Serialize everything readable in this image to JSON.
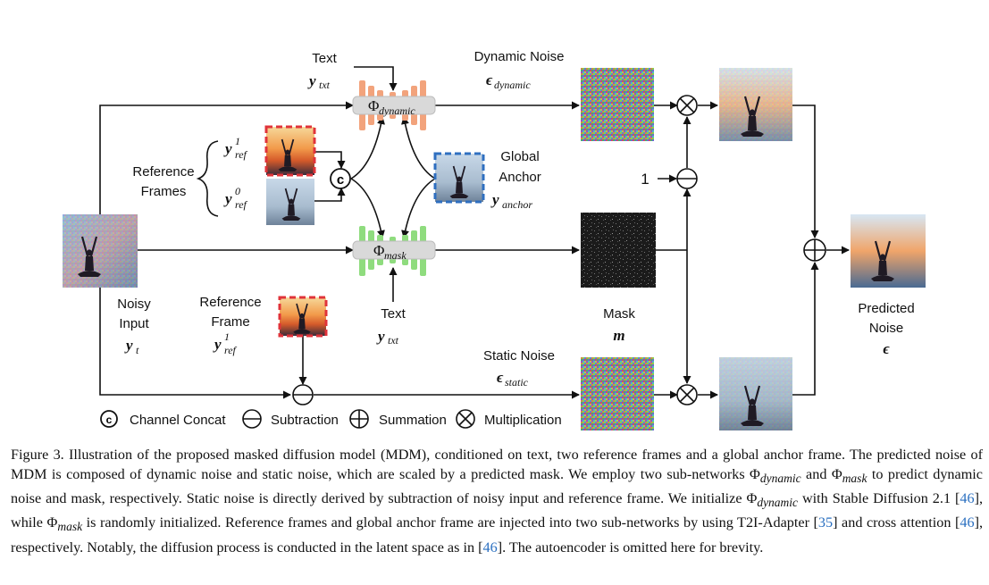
{
  "figure": {
    "text_top": "Text",
    "y_txt_top": "y",
    "y_txt_top_sub": "txt",
    "dynamic_noise_label": "Dynamic Noise",
    "eps_dynamic": "ϵ",
    "eps_dynamic_sub": "dynamic",
    "phi_dynamic": "Φ",
    "phi_dynamic_sub": "dynamic",
    "phi_mask": "Φ",
    "phi_mask_sub": "mask",
    "reference_frames_line1": "Reference",
    "reference_frames_line2": "Frames",
    "y_ref1": "y",
    "y_ref1_sup": "1",
    "y_ref1_sub": "ref",
    "y_ref0": "y",
    "y_ref0_sup": "0",
    "y_ref0_sub": "ref",
    "concat_symbol": "c",
    "global_anchor_line1": "Global",
    "global_anchor_line2": "Anchor",
    "y_anchor": "y",
    "y_anchor_sub": "anchor",
    "one_label": "1",
    "noisy_input_line1": "Noisy",
    "noisy_input_line2": "Input",
    "y_t": "y",
    "y_t_sub": "t",
    "reference_frame_line1": "Reference",
    "reference_frame_line2": "Frame",
    "y_ref_bottom": "y",
    "y_ref_bottom_sup": "1",
    "y_ref_bottom_sub": "ref",
    "text_bottom": "Text",
    "y_txt_bottom": "y",
    "y_txt_bottom_sub": "txt",
    "mask_label": "Mask",
    "m_symbol": "m",
    "static_noise_label": "Static Noise",
    "eps_static": "ϵ",
    "eps_static_sub": "static",
    "predicted_noise_line1": "Predicted",
    "predicted_noise_line2": "Noise",
    "eps_pred": "ϵ",
    "legend": {
      "concat": "Channel Concat",
      "subtraction": "Subtraction",
      "summation": "Summation",
      "multiplication": "Multiplication"
    },
    "colors": {
      "dynamic_net": "#f2a37c",
      "mask_net": "#8fdc7e",
      "ref_border_red": "#e0333a",
      "anchor_border_blue": "#2f6fc0"
    }
  },
  "caption": {
    "part1": "Figure 3.  Illustration of the proposed masked diffusion model (MDM), conditioned on text, two reference frames and a global anchor frame. The predicted noise of MDM is composed of dynamic noise and static noise, which are scaled by a predicted mask. We employ two sub-networks Φ",
    "sub1": "dynamic",
    "part2": " and Φ",
    "sub2": "mask",
    "part3": " to predict dynamic noise and mask, respectively. Static noise is directly derived by subtraction of noisy input and reference frame. We initialize Φ",
    "sub3": "dynamic",
    "part4": " with Stable Diffusion 2.1 [",
    "ref1": "46",
    "part5": "], while Φ",
    "sub4": "mask",
    "part6": " is randomly initialized. Reference frames and global anchor frame are injected into two sub-networks by using T2I-Adapter [",
    "ref2": "35",
    "part7": "] and cross attention [",
    "ref3": "46",
    "part8": "], respectively. Notably, the diffusion process is conducted in the latent space as in [",
    "ref4": "46",
    "part9": "]. The autoencoder is omitted here for brevity."
  }
}
